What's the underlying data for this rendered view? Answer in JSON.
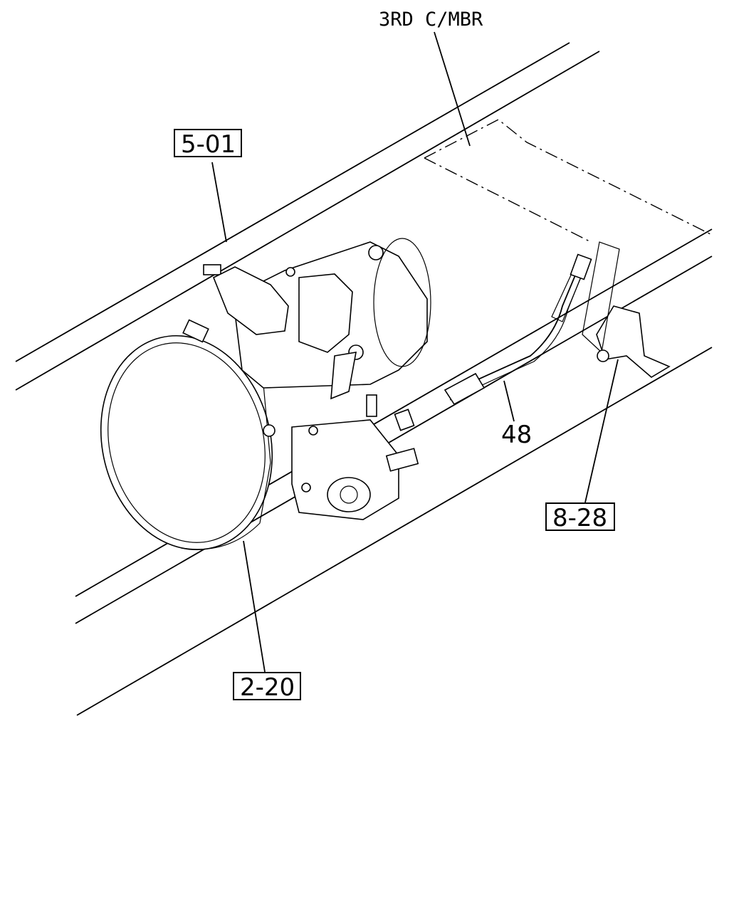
{
  "labels": {
    "frame_member": "3RD C/MBR",
    "part_number": "48"
  },
  "callouts": {
    "ref_5_01": "5-01",
    "ref_8_28": "8-28",
    "ref_2_20": "2-20"
  }
}
